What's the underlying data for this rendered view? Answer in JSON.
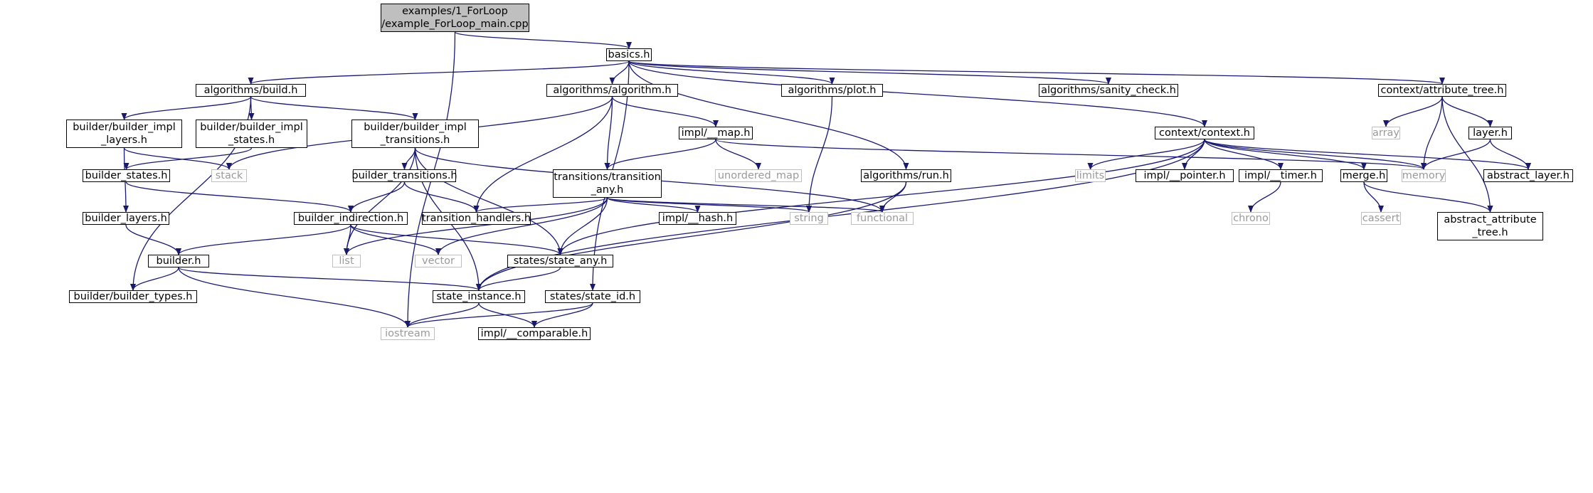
{
  "diagram": {
    "edge_color": "#191970",
    "root_fill": "#bfbfbf",
    "system_border": "#bfbfbf",
    "nodes": [
      {
        "id": "main",
        "label": "examples/1_ForLoop\n/example_ForLoop_main.cpp",
        "kind": "root"
      },
      {
        "id": "basics",
        "label": "basics.h",
        "kind": "project"
      },
      {
        "id": "alg_build",
        "label": "algorithms/build.h",
        "kind": "project"
      },
      {
        "id": "alg_algorithm",
        "label": "algorithms/algorithm.h",
        "kind": "project"
      },
      {
        "id": "alg_plot",
        "label": "algorithms/plot.h",
        "kind": "project"
      },
      {
        "id": "alg_sanity",
        "label": "algorithms/sanity_check.h",
        "kind": "project"
      },
      {
        "id": "ctx_attr",
        "label": "context/attribute_tree.h",
        "kind": "project"
      },
      {
        "id": "bbi_layers",
        "label": "builder/builder_impl\n_layers.h",
        "kind": "project"
      },
      {
        "id": "bbi_states",
        "label": "builder/builder_impl\n_states.h",
        "kind": "project"
      },
      {
        "id": "bbi_trans",
        "label": "builder/builder_impl\n_transitions.h",
        "kind": "project"
      },
      {
        "id": "impl_map",
        "label": "impl/__map.h",
        "kind": "project"
      },
      {
        "id": "ctx_context",
        "label": "context/context.h",
        "kind": "project"
      },
      {
        "id": "array",
        "label": "array",
        "kind": "system"
      },
      {
        "id": "layer",
        "label": "layer.h",
        "kind": "project"
      },
      {
        "id": "stack",
        "label": "stack",
        "kind": "system"
      },
      {
        "id": "builder_states",
        "label": "builder_states.h",
        "kind": "project"
      },
      {
        "id": "builder_trans",
        "label": "builder_transitions.h",
        "kind": "project"
      },
      {
        "id": "trans_any",
        "label": "transitions/transition\n_any.h",
        "kind": "project"
      },
      {
        "id": "unordered_map",
        "label": "unordered_map",
        "kind": "system"
      },
      {
        "id": "alg_run",
        "label": "algorithms/run.h",
        "kind": "project"
      },
      {
        "id": "limits",
        "label": "limits",
        "kind": "system"
      },
      {
        "id": "impl_pointer",
        "label": "impl/__pointer.h",
        "kind": "project"
      },
      {
        "id": "impl_timer",
        "label": "impl/__timer.h",
        "kind": "project"
      },
      {
        "id": "merge",
        "label": "merge.h",
        "kind": "project"
      },
      {
        "id": "memory",
        "label": "memory",
        "kind": "system"
      },
      {
        "id": "abstract_layer",
        "label": "abstract_layer.h",
        "kind": "project"
      },
      {
        "id": "builder_layers",
        "label": "builder_layers.h",
        "kind": "project"
      },
      {
        "id": "builder_indir",
        "label": "builder_indirection.h",
        "kind": "project"
      },
      {
        "id": "trans_handlers",
        "label": "transition_handlers.h",
        "kind": "project"
      },
      {
        "id": "impl_hash",
        "label": "impl/__hash.h",
        "kind": "project"
      },
      {
        "id": "string",
        "label": "string",
        "kind": "system"
      },
      {
        "id": "functional",
        "label": "functional",
        "kind": "system"
      },
      {
        "id": "chrono",
        "label": "chrono",
        "kind": "system"
      },
      {
        "id": "cassert",
        "label": "cassert",
        "kind": "system"
      },
      {
        "id": "abstract_attr",
        "label": "abstract_attribute\n_tree.h",
        "kind": "project"
      },
      {
        "id": "builder_h",
        "label": "builder.h",
        "kind": "project"
      },
      {
        "id": "list",
        "label": "list",
        "kind": "system"
      },
      {
        "id": "vector",
        "label": "vector",
        "kind": "system"
      },
      {
        "id": "state_any",
        "label": "states/state_any.h",
        "kind": "project"
      },
      {
        "id": "builder_types",
        "label": "builder/builder_types.h",
        "kind": "project"
      },
      {
        "id": "state_instance",
        "label": "state_instance.h",
        "kind": "project"
      },
      {
        "id": "state_id",
        "label": "states/state_id.h",
        "kind": "project"
      },
      {
        "id": "iostream",
        "label": "iostream",
        "kind": "system"
      },
      {
        "id": "impl_comparable",
        "label": "impl/__comparable.h",
        "kind": "project"
      }
    ],
    "edges": [
      [
        "main",
        "basics"
      ],
      [
        "main",
        "iostream"
      ],
      [
        "basics",
        "alg_build"
      ],
      [
        "basics",
        "alg_algorithm"
      ],
      [
        "basics",
        "alg_plot"
      ],
      [
        "basics",
        "alg_sanity"
      ],
      [
        "basics",
        "ctx_attr"
      ],
      [
        "basics",
        "alg_run"
      ],
      [
        "basics",
        "ctx_context"
      ],
      [
        "basics",
        "state_id"
      ],
      [
        "alg_build",
        "bbi_layers"
      ],
      [
        "alg_build",
        "bbi_states"
      ],
      [
        "alg_build",
        "bbi_trans"
      ],
      [
        "alg_build",
        "builder_types"
      ],
      [
        "alg_algorithm",
        "stack"
      ],
      [
        "alg_algorithm",
        "impl_map"
      ],
      [
        "alg_algorithm",
        "trans_any"
      ],
      [
        "alg_algorithm",
        "trans_handlers"
      ],
      [
        "alg_plot",
        "string"
      ],
      [
        "ctx_attr",
        "array"
      ],
      [
        "ctx_attr",
        "memory"
      ],
      [
        "ctx_attr",
        "layer"
      ],
      [
        "ctx_attr",
        "abstract_attr"
      ],
      [
        "bbi_layers",
        "stack"
      ],
      [
        "bbi_layers",
        "builder_layers"
      ],
      [
        "bbi_states",
        "builder_states"
      ],
      [
        "bbi_trans",
        "builder_trans"
      ],
      [
        "bbi_trans",
        "list"
      ],
      [
        "bbi_trans",
        "state_instance"
      ],
      [
        "bbi_trans",
        "state_any"
      ],
      [
        "bbi_trans",
        "functional"
      ],
      [
        "impl_map",
        "unordered_map"
      ],
      [
        "impl_map",
        "trans_any"
      ],
      [
        "impl_map",
        "memory"
      ],
      [
        "ctx_context",
        "limits"
      ],
      [
        "ctx_context",
        "impl_pointer"
      ],
      [
        "ctx_context",
        "impl_timer"
      ],
      [
        "ctx_context",
        "merge"
      ],
      [
        "ctx_context",
        "memory"
      ],
      [
        "ctx_context",
        "abstract_layer"
      ],
      [
        "ctx_context",
        "state_any"
      ],
      [
        "ctx_context",
        "state_instance"
      ],
      [
        "layer",
        "memory"
      ],
      [
        "layer",
        "abstract_layer"
      ],
      [
        "builder_states",
        "builder_indir"
      ],
      [
        "builder_trans",
        "builder_indir"
      ],
      [
        "builder_trans",
        "trans_handlers"
      ],
      [
        "trans_any",
        "trans_handlers"
      ],
      [
        "trans_any",
        "impl_hash"
      ],
      [
        "trans_any",
        "string"
      ],
      [
        "trans_any",
        "functional"
      ],
      [
        "trans_any",
        "list"
      ],
      [
        "trans_any",
        "vector"
      ],
      [
        "trans_any",
        "state_any"
      ],
      [
        "alg_run",
        "functional"
      ],
      [
        "alg_run",
        "state_instance"
      ],
      [
        "impl_timer",
        "chrono"
      ],
      [
        "merge",
        "cassert"
      ],
      [
        "merge",
        "abstract_attr"
      ],
      [
        "builder_layers",
        "builder_h"
      ],
      [
        "builder_indir",
        "builder_h"
      ],
      [
        "builder_indir",
        "list"
      ],
      [
        "builder_indir",
        "vector"
      ],
      [
        "builder_indir",
        "state_any"
      ],
      [
        "builder_h",
        "builder_types"
      ],
      [
        "builder_h",
        "state_instance"
      ],
      [
        "builder_h",
        "iostream"
      ],
      [
        "state_any",
        "state_instance"
      ],
      [
        "state_instance",
        "iostream"
      ],
      [
        "state_instance",
        "impl_comparable"
      ],
      [
        "state_id",
        "iostream"
      ],
      [
        "state_id",
        "impl_comparable"
      ]
    ]
  }
}
